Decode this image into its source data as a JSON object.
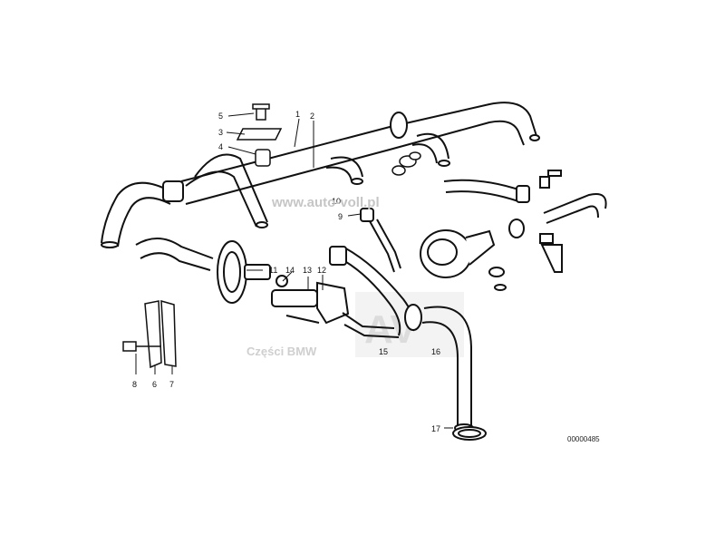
{
  "callouts": {
    "c1": "1",
    "c2": "2",
    "c3": "3",
    "c4": "4",
    "c5": "5",
    "c6": "6",
    "c7": "7",
    "c8": "8",
    "c9": "9",
    "c10": "10",
    "c11": "11",
    "c12": "12",
    "c13": "13",
    "c14": "14",
    "c15": "15",
    "c16": "16",
    "c17": "17"
  },
  "reference_number": "00000485",
  "watermarks": {
    "site": "www.auto-voll.pl",
    "brand": "Części BMW",
    "logo": "AV"
  }
}
